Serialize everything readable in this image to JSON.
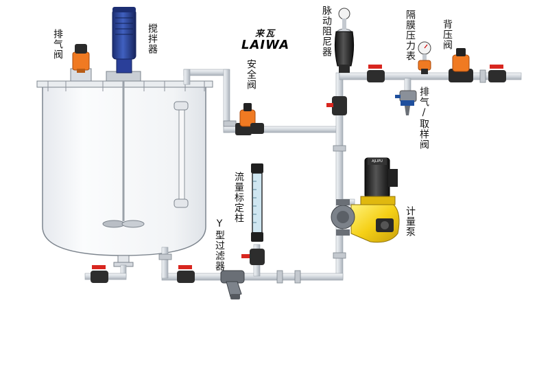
{
  "brand": {
    "chinese": "来瓦",
    "english": "LAIWA"
  },
  "labels": {
    "exhaust_valve_left": "排气阀",
    "agitator": "搅拌器",
    "safety_valve": "安全阀",
    "pulsation_damper": "脉动阻尼器",
    "diaphragm_gauge": "隔膜压力表",
    "back_pressure_valve": "背压阀",
    "exhaust_sampling_valve": "排气/取样阀",
    "calibration_column": "流量标定柱",
    "y_filter": "Y型过滤器",
    "metering_pump": "计量泵"
  },
  "pump_badge": "AJLIPU",
  "colors": {
    "pipe": "#d8dde3",
    "pipe_edge": "#9aa2ab",
    "tank": "#f4f5f7",
    "valve_orange": "#f07a22",
    "valve_black": "#2a2a2a",
    "valve_red": "#d8261f",
    "agitator_blue": "#243c8f",
    "pump_yellow": "#f6d31b"
  }
}
